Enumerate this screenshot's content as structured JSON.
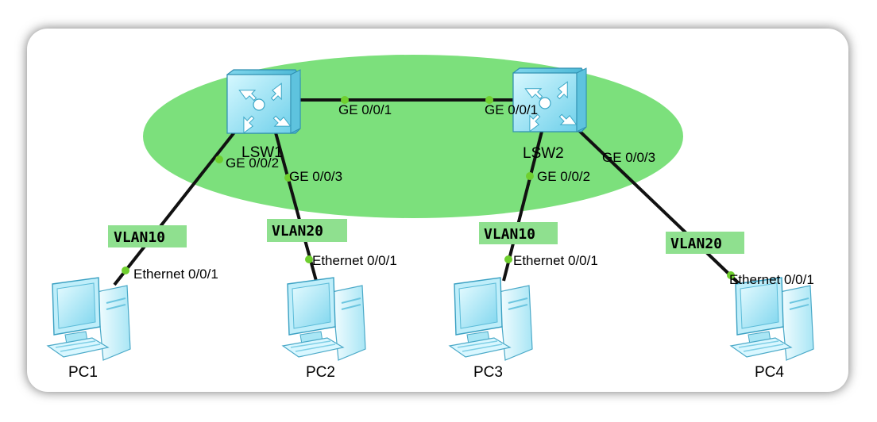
{
  "colors": {
    "domain_fill": "#7ce07c",
    "vlan_tag_fill": "#8fe08f",
    "link": "#111111",
    "port_dot": "#6fcf2f",
    "switch_body": "#9fe8f5",
    "pc_body": "#9fe4f7"
  },
  "switches": [
    {
      "name": "LSW1",
      "icon": "layer3-switch-icon"
    },
    {
      "name": "LSW2",
      "icon": "layer3-switch-icon"
    }
  ],
  "pcs": [
    {
      "name": "PC1",
      "icon": "pc-icon"
    },
    {
      "name": "PC2",
      "icon": "pc-icon"
    },
    {
      "name": "PC3",
      "icon": "pc-icon"
    },
    {
      "name": "PC4",
      "icon": "pc-icon"
    }
  ],
  "links": [
    {
      "from": "LSW1",
      "from_port": "GE 0/0/1",
      "to": "LSW2",
      "to_port": "GE 0/0/1"
    },
    {
      "from": "LSW1",
      "from_port": "GE 0/0/2",
      "to": "PC1",
      "to_port": "Ethernet 0/0/1",
      "vlan": "VLAN10"
    },
    {
      "from": "LSW1",
      "from_port": "GE 0/0/3",
      "to": "PC2",
      "to_port": "Ethernet 0/0/1",
      "vlan": "VLAN20"
    },
    {
      "from": "LSW2",
      "from_port": "GE 0/0/2",
      "to": "PC3",
      "to_port": "Ethernet 0/0/1",
      "vlan": "VLAN10"
    },
    {
      "from": "LSW2",
      "from_port": "GE 0/0/3",
      "to": "PC4",
      "to_port": "Ethernet 0/0/1",
      "vlan": "VLAN20"
    }
  ]
}
